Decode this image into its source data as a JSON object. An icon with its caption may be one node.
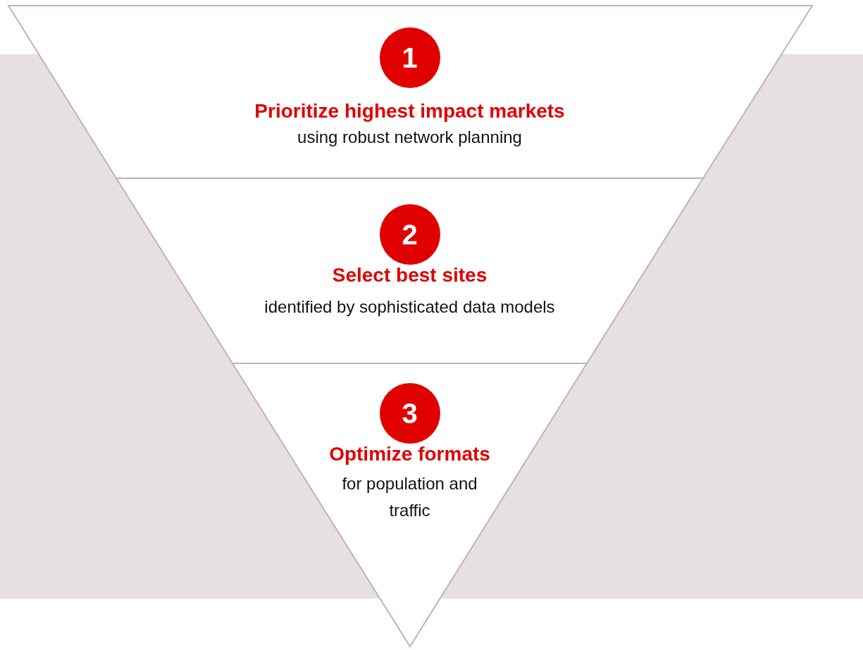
{
  "diagram": {
    "nodes": [
      {
        "text": [
          "Prioritize highest impact markets",
          "using robust network planning"
        ]
      },
      {
        "text": [
          "1"
        ],
        "in": 0
      },
      {
        "text": [
          "Select best sites",
          "identified by sophisticated data models"
        ]
      },
      {
        "text": [
          "2"
        ],
        "in": 2
      },
      {
        "text": [
          "Optimize formats",
          "for population and traffic"
        ]
      },
      {
        "text": [
          "3"
        ],
        "in": 4
      }
    ],
    "edges": []
  }
}
